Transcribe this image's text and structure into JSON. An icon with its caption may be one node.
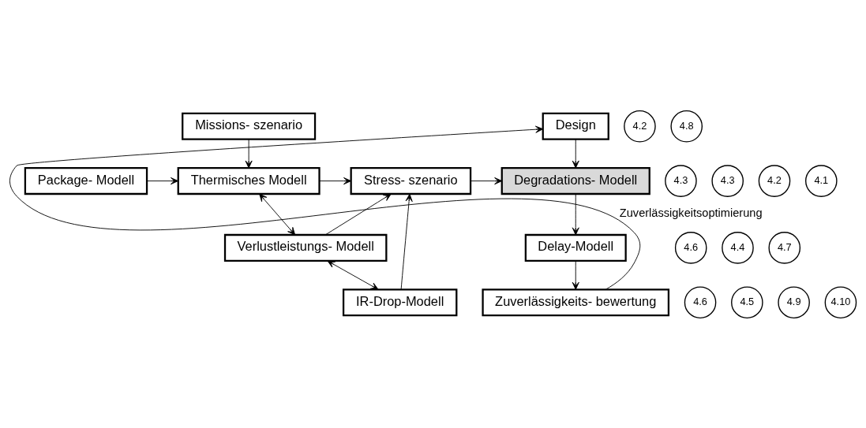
{
  "diagram": {
    "nodes": [
      {
        "text": [
          "Missions- szenario"
        ]
      },
      {
        "text": [
          "4.2"
        ]
      },
      {
        "text": [
          "Package- Modell"
        ]
      },
      {
        "text": [
          "4.3"
        ]
      },
      {
        "text": [
          "Thermisches Modell"
        ]
      },
      {
        "text": [
          "4.3"
        ]
      },
      {
        "text": [
          "4.6"
        ]
      },
      {
        "text": [
          "Verlustleistungs- Modell"
        ]
      },
      {
        "text": [
          "4.4"
        ]
      },
      {
        "text": [
          "4.6"
        ]
      },
      {
        "text": [
          "IR-Drop-Modell"
        ]
      },
      {
        "text": [
          "4.5"
        ]
      },
      {
        "text": [
          "Stress- szenario"
        ]
      },
      {
        "text": [
          "4.2"
        ]
      },
      {
        "text": [
          "Design"
        ]
      },
      {
        "text": [
          "4.8"
        ]
      },
      {
        "text": [
          "Degradations- Modell"
        ]
      },
      {
        "text": [
          "4.1"
        ]
      },
      {
        "text": [
          "Delay-Modell"
        ]
      },
      {
        "text": [
          "4.7"
        ]
      },
      {
        "text": [
          "Zuverlässigkeits- bewertung"
        ]
      },
      {
        "text": [
          "4.9"
        ]
      },
      {
        "text": [
          "4.10"
        ]
      }
    ],
    "edges": [
      {
        "from": 0,
        "to": 4,
        "arrow": "to"
      },
      {
        "from": 2,
        "to": 4,
        "arrow": "to"
      },
      {
        "from": 4,
        "to": 7,
        "arrow": "both"
      },
      {
        "from": 7,
        "to": 10,
        "arrow": "both"
      },
      {
        "from": 4,
        "to": 12,
        "arrow": "to"
      },
      {
        "from": 7,
        "to": 12,
        "arrow": "to"
      },
      {
        "from": 10,
        "to": 12,
        "arrow": "to"
      },
      {
        "from": 12,
        "to": 16,
        "arrow": "to"
      },
      {
        "from": 14,
        "to": 16,
        "arrow": "to"
      },
      {
        "from": 16,
        "to": 18,
        "arrow": "to"
      },
      {
        "from": 18,
        "to": 20,
        "arrow": "to"
      },
      {
        "from": 20,
        "to": 14,
        "label": "Zuverlässigkeitsoptimierung",
        "arrow": "to"
      }
    ]
  }
}
